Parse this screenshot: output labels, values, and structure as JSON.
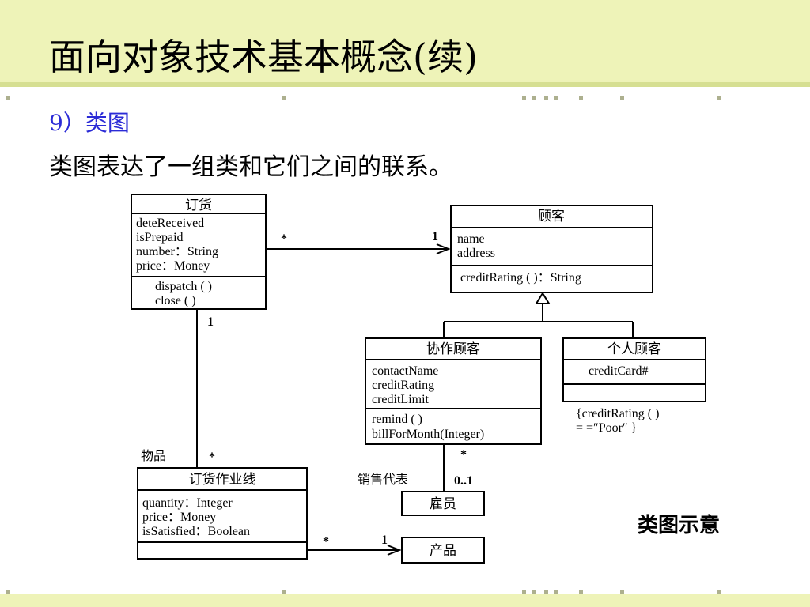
{
  "slide": {
    "title": "面向对象技术基本概念(续)",
    "subtitle": "9）类图",
    "description": "类图表达了一组类和它们之间的联系。",
    "caption": "类图示意"
  },
  "diagram": {
    "classes": {
      "order": {
        "name": "订货",
        "attributes": [
          "deteReceived",
          "isPrepaid",
          "number：String",
          "price：Money"
        ],
        "operations": [
          "dispatch ( )",
          "close ( )"
        ]
      },
      "customer": {
        "name": "顾客",
        "attributes": [
          "name",
          "address"
        ],
        "operations": [
          "creditRating ( )：String"
        ]
      },
      "corporate": {
        "name": "协作顾客",
        "attributes": [
          "contactName",
          "creditRating",
          "creditLimit"
        ],
        "operations": [
          "remind ( )",
          "billForMonth(Integer)"
        ]
      },
      "personal": {
        "name": "个人顾客",
        "attributes": [
          "creditCard#"
        ],
        "operations": []
      },
      "orderline": {
        "name": "订货作业线",
        "attributes": [
          "quantity：Integer",
          "price：Money",
          "isSatisfied：Boolean"
        ],
        "operations": []
      },
      "employee": {
        "name": "雇员"
      },
      "product": {
        "name": "产品"
      }
    },
    "constraint": [
      "{creditRating ( )",
      "= =″Poor″ }"
    ],
    "labels": {
      "order_customer_order_end": "*",
      "order_customer_customer_end": "1",
      "order_orderline_order_end": "1",
      "order_orderline_orderline_end": "*",
      "order_orderline_role": "物品",
      "corporate_employee_corporate_end": "*",
      "corporate_employee_employee_end": "0..1",
      "corporate_employee_role": "销售代表",
      "orderline_product_orderline_end": "*",
      "orderline_product_product_end": "1"
    }
  }
}
